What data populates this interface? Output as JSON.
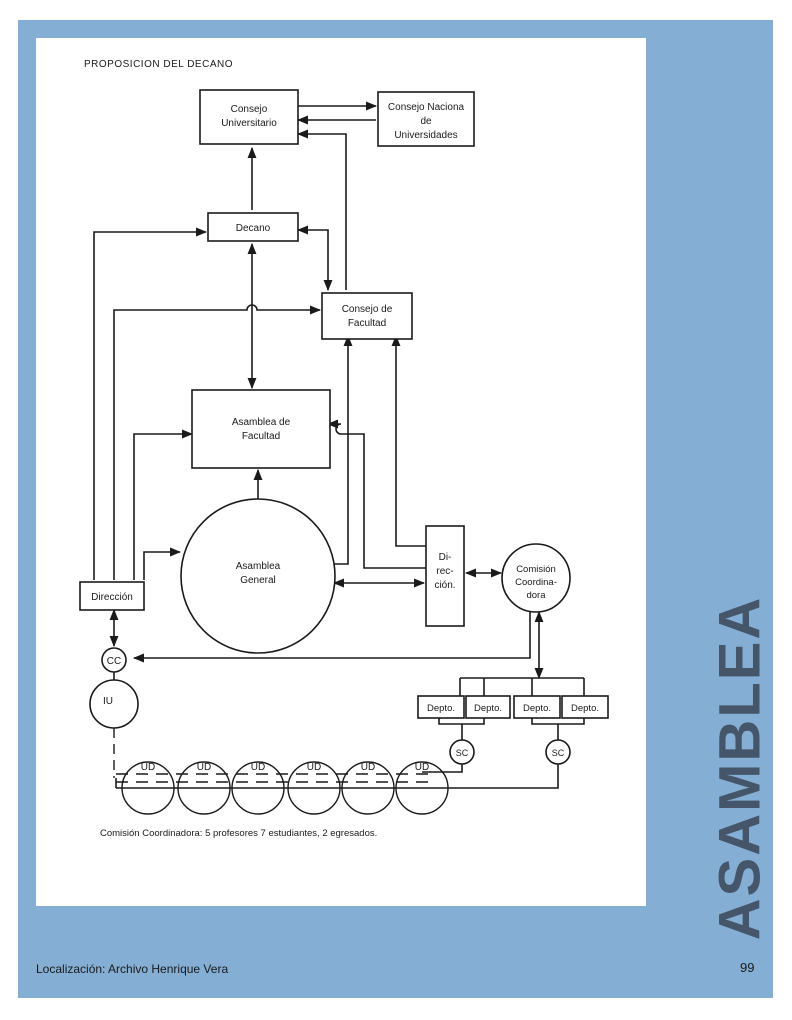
{
  "page": {
    "side_title": "ASAMBLEA",
    "footer_source": "Localización: Archivo Henrique Vera",
    "page_number": "99",
    "colors": {
      "frame": "#84aed3",
      "side_title": "#45566a",
      "sheet": "#ffffff"
    }
  },
  "diagram": {
    "heading": "PROPOSICION DEL DECANO",
    "consejo_universitario": [
      "Consejo",
      "Universitario"
    ],
    "consejo_nacional": [
      "Consejo Naciona",
      "de",
      "Universidades"
    ],
    "decano": "Decano",
    "consejo_facultad": [
      "Consejo de",
      "Facultad"
    ],
    "asamblea_facultad": [
      "Asamblea de",
      "Facultad"
    ],
    "asamblea_general": [
      "Asamblea",
      "General"
    ],
    "direccion_left": "Dirección",
    "direccion_right": [
      "Di-",
      "rec-",
      "ción."
    ],
    "comision": [
      "Comisión",
      "Coordina-",
      "dora"
    ],
    "cc": "CC",
    "iu": "IU",
    "deptos": [
      "Depto.",
      "Depto.",
      "Depto.",
      "Depto."
    ],
    "sc": [
      "SC",
      "SC"
    ],
    "uds": [
      "UD",
      "UD",
      "UD",
      "UD",
      "UD",
      "UD"
    ],
    "caption": "Comisión Coordinadora: 5 profesores  7 estudiantes, 2 egresados."
  }
}
